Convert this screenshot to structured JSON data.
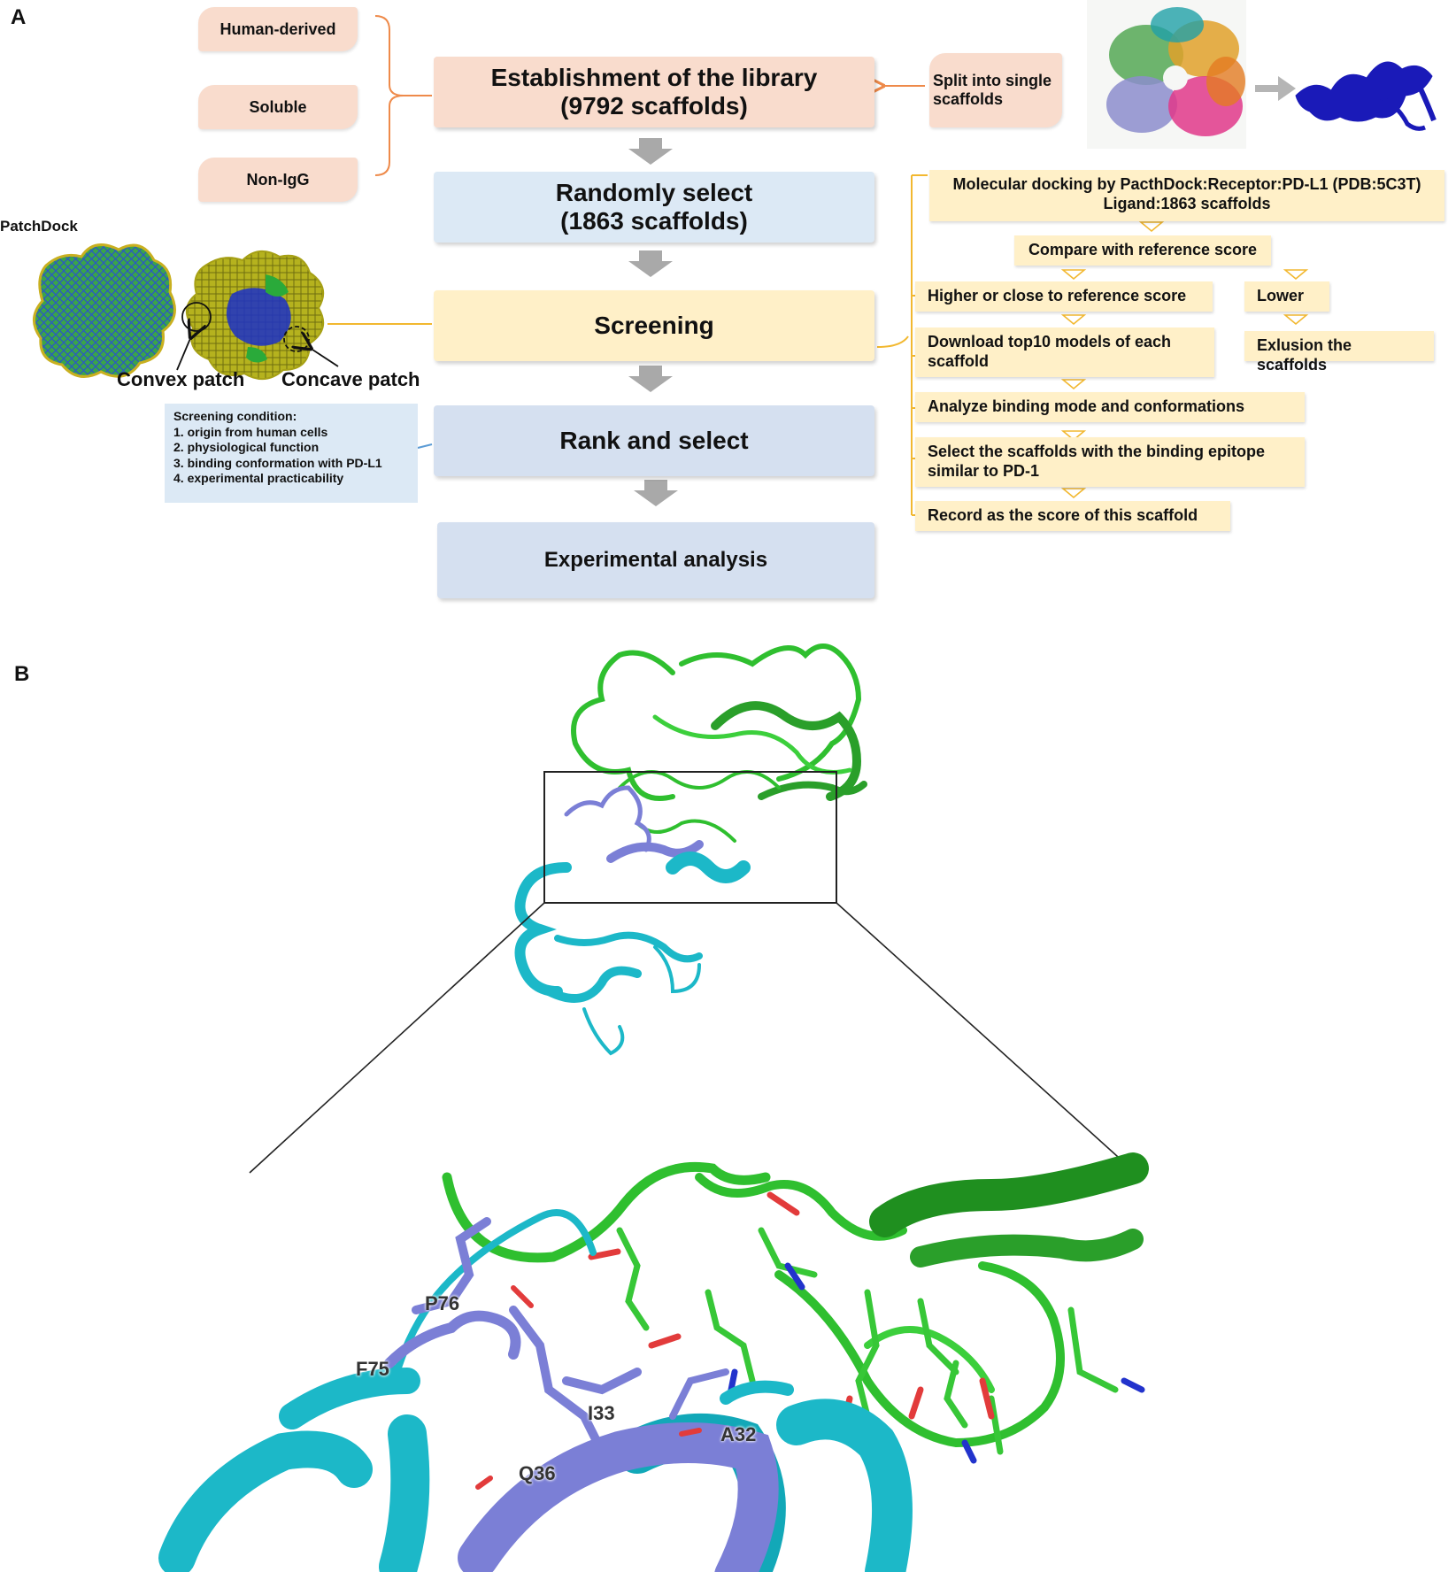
{
  "panel_a": {
    "label": "A",
    "left_boxes": [
      "Human-derived",
      "Soluble",
      "Non-IgG"
    ],
    "main_flow": {
      "library": {
        "line1": "Establishment of the library",
        "line2": "(9792 scaffolds)"
      },
      "random": {
        "line1": "Randomly select",
        "line2": "(1863 scaffolds)"
      },
      "screening": "Screening",
      "rank": "Rank and select",
      "experimental": "Experimental analysis"
    },
    "split_label": "Split into single scaffolds",
    "patchdock": {
      "title": "PatchDock",
      "convex": "Convex patch",
      "concave": "Concave patch"
    },
    "screening_condition": {
      "title": "Screening condition:",
      "items": [
        "1. origin from human cells",
        "2. physiological function",
        "3. binding conformation with PD-L1",
        "4. experimental practicability"
      ]
    },
    "right_flow": {
      "docking": {
        "line1": "Molecular docking by PacthDock:Receptor:PD-L1 (PDB:5C3T)",
        "line2": "Ligand:1863 scaffolds"
      },
      "compare": "Compare with reference score",
      "higher": "Higher or close to reference score",
      "lower": "Lower",
      "download": {
        "line1": "Download top10 models of each",
        "line2": "scaffold"
      },
      "exclusion": "Exlusion the scaffolds",
      "analyze": "Analyze binding mode and conformations",
      "select": {
        "line1": "Select the scaffolds with the binding epitope",
        "line2": "similar to PD-1"
      },
      "record": "Record as the score of this scaffold"
    }
  },
  "panel_b": {
    "label": "B",
    "residues": [
      "P76",
      "F75",
      "I33",
      "A32",
      "Q36"
    ]
  },
  "colors": {
    "peach": "#f9dccd",
    "light_blue": "#dce9f5",
    "yellow": "#fff0c8",
    "orange_bracket": "#ee8a4a",
    "gold_line": "#f2b830",
    "green_protein": "#2fbf2f",
    "cyan_protein": "#1cb8c8",
    "slate_residue": "#7b7fd6"
  }
}
